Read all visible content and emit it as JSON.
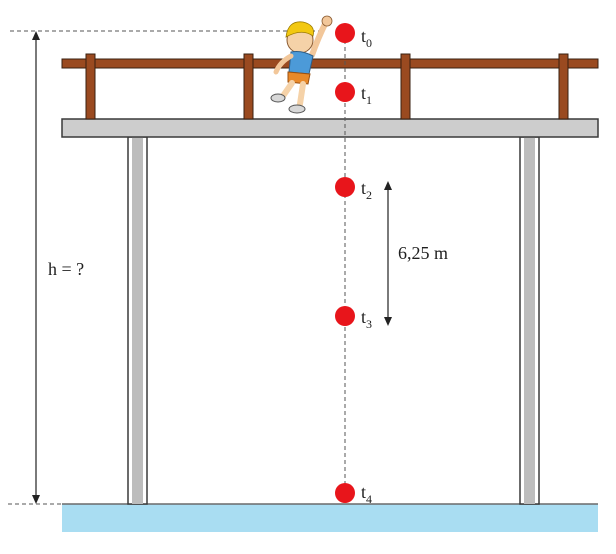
{
  "labels": {
    "height": "h = ?",
    "distance": "6,25 m",
    "t0": "t",
    "t0_sub": "0",
    "t1": "t",
    "t1_sub": "1",
    "t2": "t",
    "t2_sub": "2",
    "t3": "t",
    "t3_sub": "3",
    "t4": "t",
    "t4_sub": "4"
  },
  "colors": {
    "ball": "#e8151b",
    "rail_wood": "#9a4a20",
    "deck": "#cdcdcd",
    "water": "#a9ddf2",
    "pillar": "#bdbdbd",
    "outline": "#3a3a3a"
  },
  "figure": {
    "character": "child-dropping-ball-icon"
  }
}
